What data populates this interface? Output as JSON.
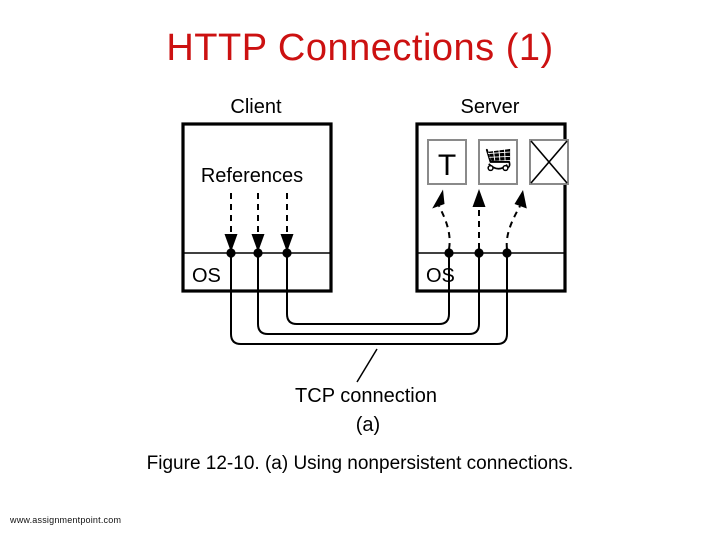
{
  "slide": {
    "title": "HTTP Connections (1)",
    "title_color": "#cc1111",
    "caption": "Figure 12-10. (a) Using nonpersistent connections.",
    "footer": "www.assignmentpoint.com"
  },
  "figure": {
    "panel_background": "#ffffff",
    "stroke_color": "#000000",
    "sublabel": "(a)",
    "connection_label": "TCP connection",
    "client": {
      "title": "Client",
      "app_label": "References",
      "os_label": "OS",
      "reference_arrow_count": 3,
      "arrow_style": "dashed-down"
    },
    "server": {
      "title": "Server",
      "os_label": "OS",
      "resource_arrow_count": 3,
      "arrow_style": "dashed-up",
      "resources": [
        {
          "name": "text-document-icon",
          "glyph": "T",
          "kind": "text"
        },
        {
          "name": "shopping-cart-icon",
          "glyph": "cart",
          "kind": "image"
        },
        {
          "name": "broken-image-icon",
          "glyph": "X",
          "kind": "image"
        }
      ]
    },
    "connections": [
      {
        "name": "tcp-connection-1",
        "order": "inner"
      },
      {
        "name": "tcp-connection-2",
        "order": "middle"
      },
      {
        "name": "tcp-connection-3",
        "order": "outer"
      }
    ]
  }
}
